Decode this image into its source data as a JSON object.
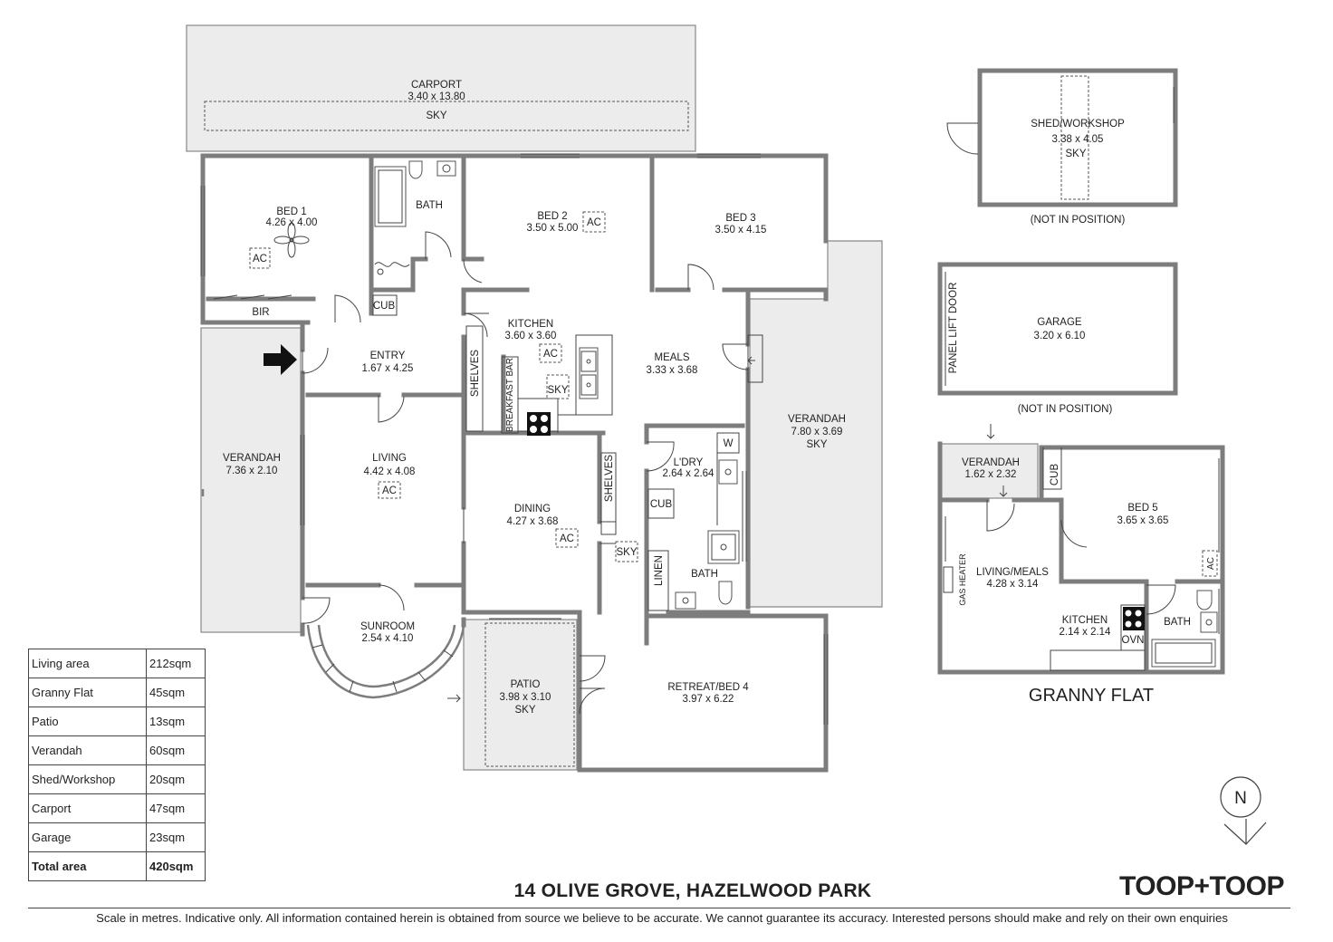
{
  "plan": {
    "rooms": {
      "carport": {
        "name": "CARPORT",
        "dims": "3.40 x 13.80",
        "sky": "SKY"
      },
      "bed1": {
        "name": "BED 1",
        "dims": "4.26 x 4.00",
        "ac": "AC",
        "bir": "BIR"
      },
      "bath": {
        "name": "BATH",
        "cub": "CUB"
      },
      "bed2": {
        "name": "BED 2",
        "dims": "3.50 x 5.00",
        "ac": "AC"
      },
      "bed3": {
        "name": "BED 3",
        "dims": "3.50 x 4.15"
      },
      "entry": {
        "name": "ENTRY",
        "dims": "1.67 x 4.25"
      },
      "kitchen": {
        "name": "KITCHEN",
        "dims": "3.60 x 3.60",
        "ac": "AC",
        "sky": "SKY",
        "shelves": "SHELVES",
        "breakfast_bar": "BREAKFAST BAR"
      },
      "meals": {
        "name": "MEALS",
        "dims": "3.33 x 3.68"
      },
      "verandah_east": {
        "name": "VERANDAH",
        "dims": "7.80 x 3.69",
        "sky": "SKY"
      },
      "verandah_west": {
        "name": "VERANDAH",
        "dims": "7.36 x 2.10"
      },
      "living": {
        "name": "LIVING",
        "dims": "4.42 x 4.08",
        "ac": "AC"
      },
      "dining": {
        "name": "DINING",
        "dims": "4.27 x 3.68",
        "ac": "AC",
        "sky": "SKY",
        "shelves": "SHELVES"
      },
      "laundry": {
        "name": "L'DRY",
        "dims": "2.64 x 2.64",
        "w": "W",
        "cub": "CUB",
        "linen": "LINEN"
      },
      "bath2": {
        "name": "BATH"
      },
      "sunroom": {
        "name": "SUNROOM",
        "dims": "2.54 x 4.10"
      },
      "patio": {
        "name": "PATIO",
        "dims": "3.98 x 3.10",
        "sky": "SKY"
      },
      "retreat": {
        "name": "RETREAT/BED 4",
        "dims": "3.97 x 6.22"
      }
    },
    "shed": {
      "name": "SHED/WORKSHOP",
      "dims": "3.38 x 4.05",
      "sky": "SKY",
      "note": "(NOT IN POSITION)"
    },
    "garage": {
      "name": "GARAGE",
      "dims": "3.20 x 6.10",
      "door": "PANEL LIFT DOOR",
      "note": "(NOT IN POSITION)"
    },
    "granny_flat": {
      "title": "GRANNY FLAT",
      "verandah": {
        "name": "VERANDAH",
        "dims": "1.62 x 2.32"
      },
      "cub": "CUB",
      "bed5": {
        "name": "BED 5",
        "dims": "3.65 x 3.65",
        "ac": "AC"
      },
      "living": {
        "name": "LIVING/MEALS",
        "dims": "4.28 x 3.14",
        "heater": "GAS HEATER"
      },
      "kitchen": {
        "name": "KITCHEN",
        "dims": "2.14 x 2.14",
        "ovn": "OVN"
      },
      "bath": {
        "name": "BATH"
      }
    },
    "compass": "N"
  },
  "areas": [
    {
      "label": "Living area",
      "value": "212sqm"
    },
    {
      "label": "Granny Flat",
      "value": "45sqm"
    },
    {
      "label": "Patio",
      "value": "13sqm"
    },
    {
      "label": "Verandah",
      "value": "60sqm"
    },
    {
      "label": "Shed/Workshop",
      "value": "20sqm"
    },
    {
      "label": "Carport",
      "value": "47sqm"
    },
    {
      "label": "Garage",
      "value": "23sqm"
    },
    {
      "label": "Total area",
      "value": "420sqm"
    }
  ],
  "footer": {
    "address": "14 OLIVE GROVE, HAZELWOOD PARK",
    "brand": "TOOP+TOOP",
    "disclaimer": "Scale in metres. Indicative only. All information contained herein is obtained from source we believe to be accurate. We cannot guarantee its accuracy. Interested persons should make and rely on their own enquiries"
  }
}
